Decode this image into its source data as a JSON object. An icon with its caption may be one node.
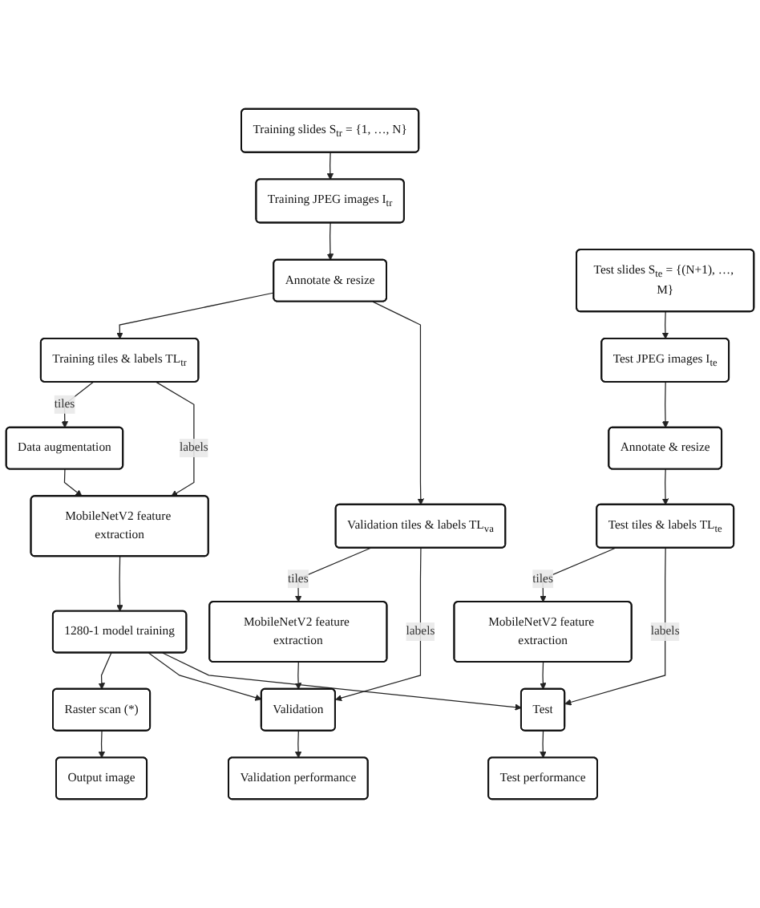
{
  "diagram": {
    "nodes": [
      {
        "text": [
          "Training slides S$_{tr}$ = {1, …, N}"
        ]
      },
      {
        "text": [
          "Test slides S$_{te}$ = {(N+1), …, M}"
        ]
      },
      {
        "text": [
          "Training JPEG images I$_{tr}$"
        ]
      },
      {
        "text": [
          "Test JPEG images I$_{te}$"
        ]
      },
      {
        "text": [
          "Annotate & resize"
        ]
      },
      {
        "text": [
          "Annotate & resize"
        ]
      },
      {
        "text": [
          "Training tiles & labels TL$_{tr}$"
        ]
      },
      {
        "text": [
          "Validation tiles & labels TL$_{va}$"
        ]
      },
      {
        "text": [
          "Test tiles & labels TL$_{te}$"
        ]
      },
      {
        "text": [
          "Data augmentation"
        ]
      },
      {
        "text": [
          "MobileNetV2 feature extraction"
        ]
      },
      {
        "text": [
          "MobileNetV2 feature extraction"
        ]
      },
      {
        "text": [
          "MobileNetV2 feature extraction"
        ]
      },
      {
        "text": [
          "1280-1 model training"
        ]
      },
      {
        "text": [
          "Raster scan (*)"
        ]
      },
      {
        "text": [
          "Validation"
        ]
      },
      {
        "text": [
          "Test"
        ]
      },
      {
        "text": [
          "Output image"
        ]
      },
      {
        "text": [
          "Validation performance"
        ]
      },
      {
        "text": [
          "Test performance"
        ]
      }
    ],
    "edges": [
      {
        "from": 0,
        "to": 2,
        "arrow": "to"
      },
      {
        "from": 1,
        "to": 3,
        "arrow": "to"
      },
      {
        "from": 2,
        "to": 4,
        "arrow": "to"
      },
      {
        "from": 3,
        "to": 5,
        "arrow": "to"
      },
      {
        "from": 4,
        "to": 6,
        "arrow": "to"
      },
      {
        "from": 4,
        "to": 7,
        "arrow": "to"
      },
      {
        "from": 5,
        "to": 8,
        "arrow": "to"
      },
      {
        "from": 6,
        "to": 9,
        "arrow": "to",
        "label": "tiles"
      },
      {
        "from": 6,
        "to": 10,
        "arrow": "to",
        "label": "labels"
      },
      {
        "from": 9,
        "to": 10,
        "arrow": "to"
      },
      {
        "from": 7,
        "to": 11,
        "arrow": "to",
        "label": "tiles"
      },
      {
        "from": 7,
        "to": 15,
        "arrow": "to",
        "label": "labels"
      },
      {
        "from": 8,
        "to": 12,
        "arrow": "to",
        "label": "tiles"
      },
      {
        "from": 8,
        "to": 16,
        "arrow": "to",
        "label": "labels"
      },
      {
        "from": 10,
        "to": 13,
        "arrow": "to"
      },
      {
        "from": 11,
        "to": 15,
        "arrow": "to"
      },
      {
        "from": 12,
        "to": 16,
        "arrow": "to"
      },
      {
        "from": 13,
        "to": 14,
        "arrow": "to"
      },
      {
        "from": 13,
        "to": 15,
        "arrow": "to"
      },
      {
        "from": 13,
        "to": 16,
        "arrow": "to"
      },
      {
        "from": 14,
        "to": 17,
        "arrow": "to"
      },
      {
        "from": 15,
        "to": 18,
        "arrow": "to"
      },
      {
        "from": 16,
        "to": 19,
        "arrow": "to"
      }
    ]
  }
}
